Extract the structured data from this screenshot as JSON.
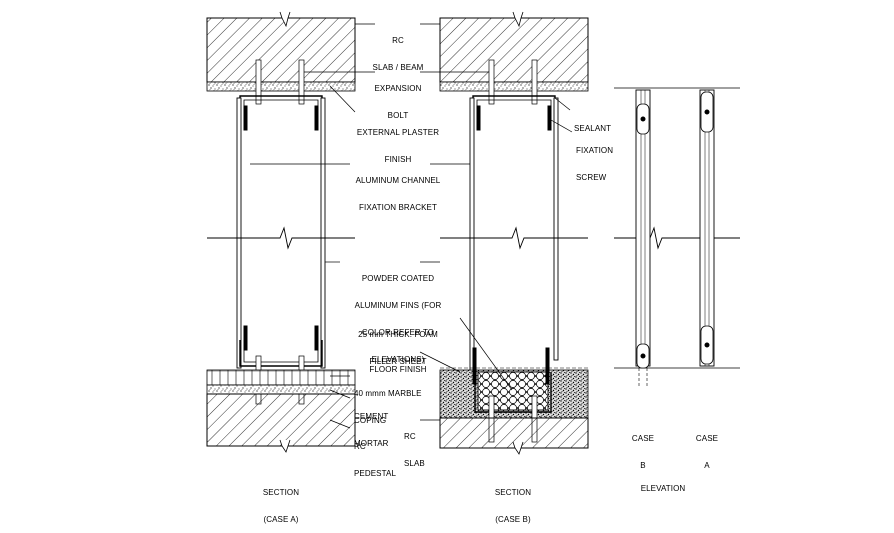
{
  "labels": {
    "rc_slab_beam": [
      "RC",
      "SLAB / BEAM"
    ],
    "expansion_bolt": [
      "EXPANSION",
      "BOLT"
    ],
    "external_plaster": [
      "EXTERNAL PLASTER",
      "FINISH"
    ],
    "aluminum_channel": [
      "ALUMINUM CHANNEL",
      "FIXATION BRACKET"
    ],
    "powder_coated": [
      "POWDER COATED",
      "ALUMINUM FINS (FOR",
      "COLOR REFER TO",
      "ELEVATIONS)"
    ],
    "foam_filler": [
      "25 mm THICK. FOAM",
      "FILLER SHEET"
    ],
    "floor_finish": [
      "FLOOR FINISH"
    ],
    "marble_coping": [
      "40 mmm MARBLE",
      "COPING"
    ],
    "cement_mortar": [
      "CEMENT",
      "MORTAR"
    ],
    "rc_slab": [
      "RC",
      "SLAB"
    ],
    "rc_pedestal": [
      "RC",
      "PEDESTAL"
    ],
    "sealant": [
      "SEALANT"
    ],
    "fixation_screw": [
      "FIXATION",
      "SCREW"
    ],
    "case_b_elev": [
      "CASE",
      "B"
    ],
    "case_a_elev": [
      "CASE",
      "A"
    ]
  },
  "captions": {
    "section_a": [
      "SECTION",
      "(CASE A)"
    ],
    "section_b": [
      "SECTION",
      "(CASE B)"
    ],
    "elevation": [
      "ELEVATION"
    ]
  }
}
